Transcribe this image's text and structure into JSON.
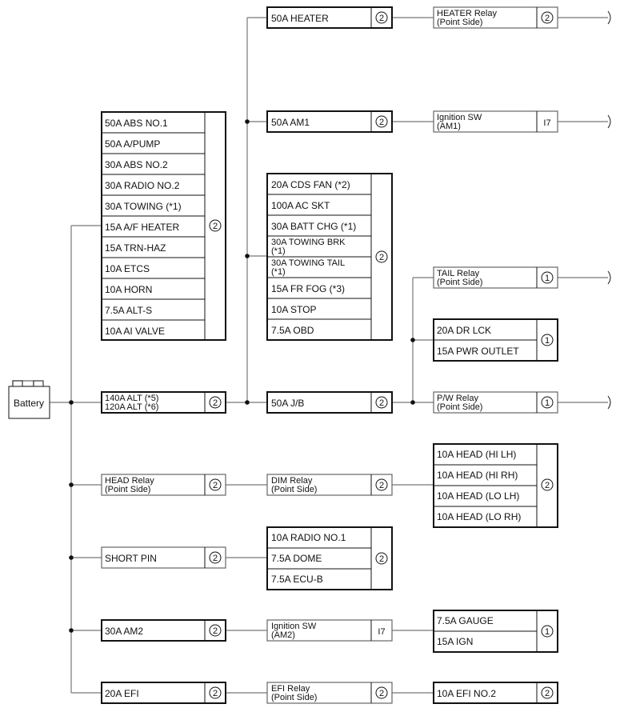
{
  "battery": {
    "label": "Battery"
  },
  "fuse_group_left": {
    "items": [
      "50A ABS NO.1",
      "50A A/PUMP",
      "30A ABS NO.2",
      "30A RADIO NO.2",
      "30A TOWING (*1)",
      "15A A/F HEATER",
      "15A TRN-HAZ",
      "10A ETCS",
      "10A HORN",
      "7.5A ALT-S",
      "10A AI VALVE"
    ],
    "location": "2"
  },
  "alt_fuse": {
    "line1": "140A ALT (*5)",
    "line2": "120A ALT (*6)",
    "location": "2"
  },
  "heater_fuse": {
    "label": "50A HEATER",
    "location": "2"
  },
  "heater_relay": {
    "line1": "HEATER Relay",
    "line2": "(Point Side)",
    "location": "2"
  },
  "am1_fuse": {
    "label": "50A AM1",
    "location": "2"
  },
  "ignition_sw_am1": {
    "line1": "Ignition SW",
    "line2": "(AM1)",
    "location": "I7"
  },
  "fuse_group_mid": {
    "items": [
      "20A CDS FAN (*2)",
      "100A AC SKT",
      "30A BATT CHG (*1)",
      "30A TOWING BRK (*1)",
      "30A TOWING TAIL (*1)",
      "15A FR FOG (*3)",
      "10A STOP",
      "7.5A OBD"
    ],
    "location": "2"
  },
  "jb_fuse": {
    "label": "50A J/B",
    "location": "2"
  },
  "tail_relay": {
    "line1": "TAIL Relay",
    "line2": "(Point Side)",
    "location": "1"
  },
  "dr_lck_group": {
    "items": [
      "20A DR LCK",
      "15A PWR OUTLET"
    ],
    "location": "1"
  },
  "pw_relay": {
    "line1": "P/W Relay",
    "line2": "(Point Side)",
    "location": "1"
  },
  "head_relay": {
    "line1": "HEAD Relay",
    "line2": "(Point Side)",
    "location": "2"
  },
  "dim_relay": {
    "line1": "DIM Relay",
    "line2": "(Point Side)",
    "location": "2"
  },
  "head_fuses": {
    "items": [
      "10A HEAD (HI LH)",
      "10A HEAD (HI RH)",
      "10A HEAD (LO LH)",
      "10A HEAD (LO RH)"
    ],
    "location": "2"
  },
  "short_pin": {
    "label": "SHORT PIN",
    "location": "2"
  },
  "radio_group": {
    "items": [
      "10A RADIO NO.1",
      "7.5A DOME",
      "7.5A ECU-B"
    ],
    "location": "2"
  },
  "am2_fuse": {
    "label": "30A AM2",
    "location": "2"
  },
  "ignition_sw_am2": {
    "line1": "Ignition SW",
    "line2": "(AM2)",
    "location": "I7"
  },
  "gauge_group": {
    "items": [
      "7.5A GAUGE",
      "15A IGN"
    ],
    "location": "1"
  },
  "efi_fuse": {
    "label": "20A EFI",
    "location": "2"
  },
  "efi_relay": {
    "line1": "EFI Relay",
    "line2": "(Point Side)",
    "location": "2"
  },
  "efi_no2_fuse": {
    "label": "10A EFI NO.2",
    "location": "2"
  }
}
